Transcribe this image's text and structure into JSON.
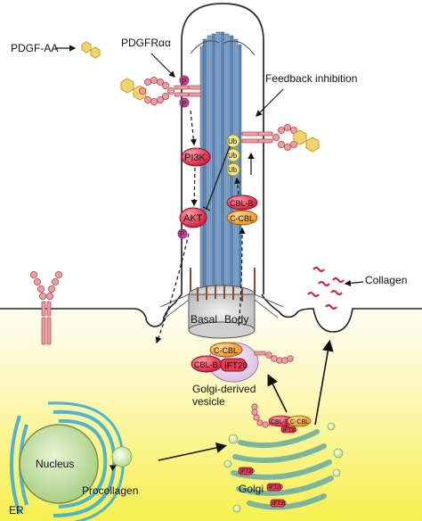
{
  "labels": {
    "pdgf_aa": "PDGF-AA",
    "pdgfr": "PDGFRαα",
    "feedback": "Feedback inhibition",
    "pi3k": "PI3K",
    "akt": "AKT",
    "ub": "Ub",
    "cbl_b": "CBL-B",
    "c_cbl": "C-CBL",
    "ift20": "IFT20",
    "p": "P",
    "basal": "Basal",
    "body": "Body",
    "vesicle_line1": "Golgi-derived",
    "vesicle_line2": "vesicle",
    "collagen": "Collagen",
    "nucleus": "Nucleus",
    "er": "ER",
    "procollagen": "Procollagen",
    "golgi": "Golgi"
  },
  "colors": {
    "pink_fill": "#e7a0a4",
    "pink_stroke": "#b94452",
    "red_node": "#e23a55",
    "orange_node": "#f5a432",
    "ub_yellow": "#f6ea86",
    "hexagon": "#f2d46c",
    "axoneme": "#6f97c3",
    "phospho": "#c9409a",
    "collagen": "#cf1c2f",
    "er_cyan": "#4fb5cf",
    "golgi_green": "#7bb59e",
    "nucleus_green": "#a9cf84",
    "bg_yellow": "#fbf37a"
  }
}
